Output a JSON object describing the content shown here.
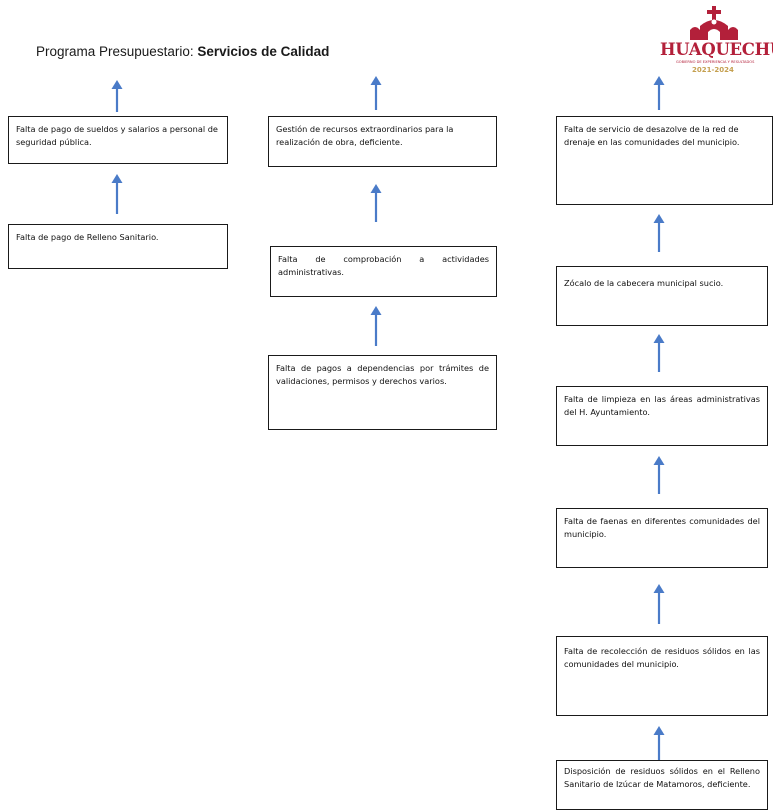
{
  "title": {
    "prefix": "Programa Presupuestario: ",
    "name": "Servicios de Calidad"
  },
  "logo": {
    "icon": "church-crest-icon",
    "name": "HUAQUECHULA",
    "subtitle": "GOBIERNO DE EXPERIENCIA Y RESULTADOS",
    "years": "2021-2024",
    "colors": {
      "primary": "#b3203a",
      "accent": "#c5a050"
    }
  },
  "arrow_color": "#4a7bc8",
  "columns": {
    "left": {
      "boxes": [
        "Falta de pago de sueldos y salarios a personal de seguridad pública.",
        "Falta de pago de Relleno Sanitario."
      ]
    },
    "middle": {
      "boxes": [
        "Gestión de recursos extraordinarios para la realización de obra, deficiente.",
        "Falta de comprobación a actividades administrativas.",
        "Falta de pagos a dependencias por trámites de validaciones, permisos y derechos varios."
      ]
    },
    "right": {
      "boxes": [
        "Falta de servicio de desazolve de la red de drenaje en las comunidades del municipio.",
        "Zócalo de la cabecera municipal sucio.",
        "Falta de limpieza en las áreas administrativas del H. Ayuntamiento.",
        "Falta de faenas en diferentes comunidades del municipio.",
        "Falta de recolección de residuos sólidos en las comunidades del municipio.",
        "Disposición de residuos sólidos en el Relleno Sanitario de Izúcar de Matamoros, deficiente."
      ]
    }
  }
}
